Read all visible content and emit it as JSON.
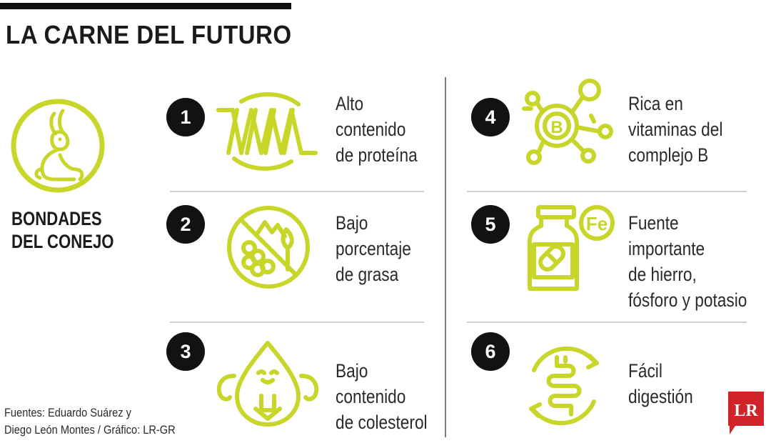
{
  "title": "LA CARNE DEL FUTURO",
  "sidebar": {
    "icon": "rabbit-icon",
    "heading_line1": "BONDADES",
    "heading_line2": "DEL CONEJO"
  },
  "colors": {
    "accent": "#c8d62a",
    "badge": "#121212",
    "text": "#2a2a2a",
    "logo": "#d1232a"
  },
  "items": [
    {
      "number": "1",
      "icon": "protein-helix-icon",
      "lines": [
        "Alto",
        "contenido",
        "de proteína"
      ]
    },
    {
      "number": "2",
      "icon": "no-fat-icon",
      "lines": [
        "Bajo",
        "porcentaje",
        "de grasa"
      ]
    },
    {
      "number": "3",
      "icon": "cholesterol-drop-icon",
      "lines": [
        "Bajo",
        "contenido",
        "de colesterol"
      ]
    },
    {
      "number": "4",
      "icon": "vitamin-b-molecule-icon",
      "lines": [
        "Rica en",
        "vitaminas del",
        "complejo B"
      ]
    },
    {
      "number": "5",
      "icon": "iron-supplement-bottle-icon",
      "icon_text": "Fe",
      "lines": [
        "Fuente",
        "importante",
        "de hierro,",
        "fósforo y potasio"
      ]
    },
    {
      "number": "6",
      "icon": "digestion-intestine-icon",
      "lines": [
        "Fácil",
        "digestión"
      ]
    }
  ],
  "source": {
    "line1": "Fuentes: Eduardo Suárez y",
    "line2": "Diego León Montes / Gráfico: LR-GR"
  },
  "logo": {
    "text": "LR"
  }
}
